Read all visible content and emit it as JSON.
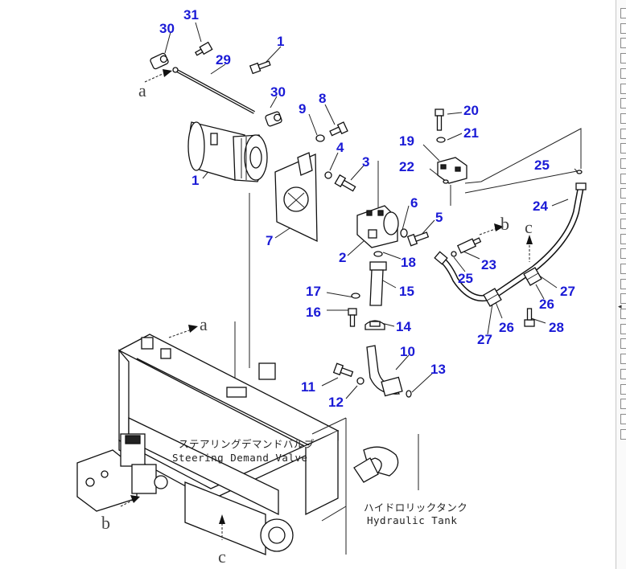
{
  "callouts": {
    "n30a": "30",
    "n31": "31",
    "n1a": "1",
    "n29": "29",
    "n30b": "30",
    "n9": "9",
    "n8": "8",
    "n4": "4",
    "n3": "3",
    "n1b": "1",
    "n7": "7",
    "n2": "2",
    "n6": "6",
    "n5": "5",
    "n18": "18",
    "n15": "15",
    "n17": "17",
    "n16": "16",
    "n14": "14",
    "n10": "10",
    "n11": "11",
    "n12": "12",
    "n13": "13",
    "n20": "20",
    "n21": "21",
    "n19": "19",
    "n22": "22",
    "n25a": "25",
    "n24": "24",
    "n23": "23",
    "n25b": "25",
    "n27a": "27",
    "n26a": "26",
    "n28": "28",
    "n26b": "26",
    "n27b": "27"
  },
  "refs": {
    "a_top": "a",
    "a_frame": "a",
    "b_pipe": "b",
    "c_pipe": "c",
    "b_frame": "b",
    "c_frame": "c"
  },
  "labels": {
    "steering_jp": "ステアリングデマンドバルブ",
    "steering_en": "Steering Demand Valve",
    "tank_jp": "ハイドロリックタンク",
    "tank_en": "Hydraulic Tank"
  },
  "sidebar": {
    "item_count": 29,
    "arrow": "◂"
  }
}
